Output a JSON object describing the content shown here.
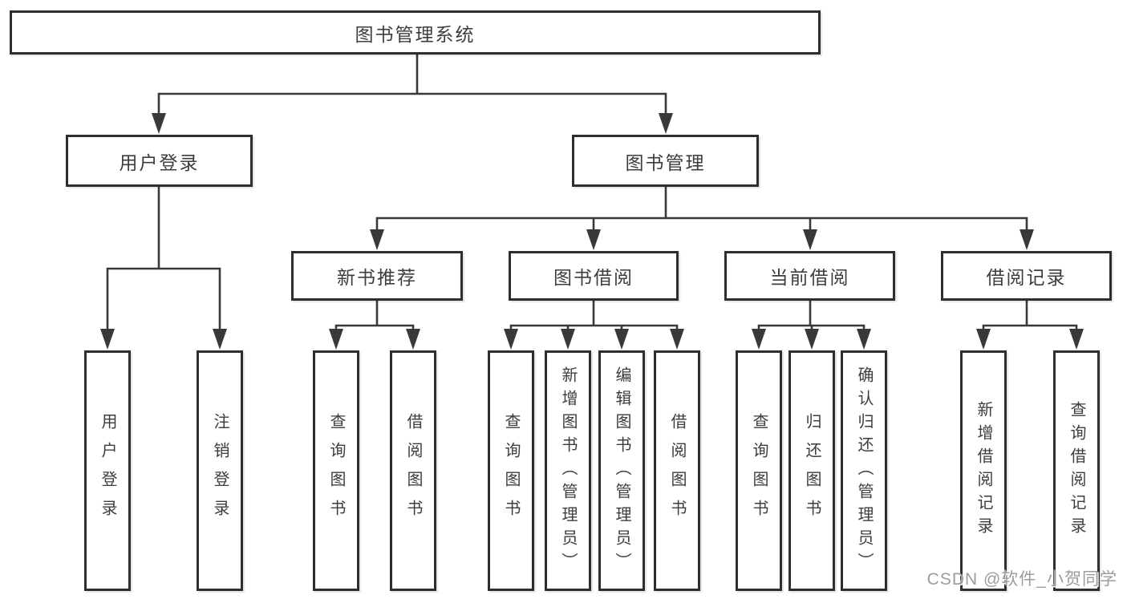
{
  "tree": {
    "root": {
      "label": "图书管理系统"
    },
    "children": [
      {
        "label": "用户登录",
        "children": [
          {
            "label": "用户登录"
          },
          {
            "label": "注销登录"
          }
        ]
      },
      {
        "label": "图书管理",
        "children": [
          {
            "label": "新书推荐",
            "children": [
              {
                "label": "查询图书"
              },
              {
                "label": "借阅图书"
              }
            ]
          },
          {
            "label": "图书借阅",
            "children": [
              {
                "label": "查询图书"
              },
              {
                "label": "新增图书（管理员）"
              },
              {
                "label": "编辑图书（管理员）"
              },
              {
                "label": "借阅图书"
              }
            ]
          },
          {
            "label": "当前借阅",
            "children": [
              {
                "label": "查询图书"
              },
              {
                "label": "归还图书"
              },
              {
                "label": "确认归还（管理员）"
              }
            ]
          },
          {
            "label": "借阅记录",
            "children": [
              {
                "label": "新增借阅记录"
              },
              {
                "label": "查询借阅记录"
              }
            ]
          }
        ]
      }
    ]
  },
  "colors": {
    "line": "#39393b",
    "box_border": "#2e2e30",
    "text": "#3d3d3f",
    "background": "#ffffff",
    "watermark": "#9c9c9c"
  },
  "watermark": {
    "text": "CSDN @软件_小贺同学"
  }
}
